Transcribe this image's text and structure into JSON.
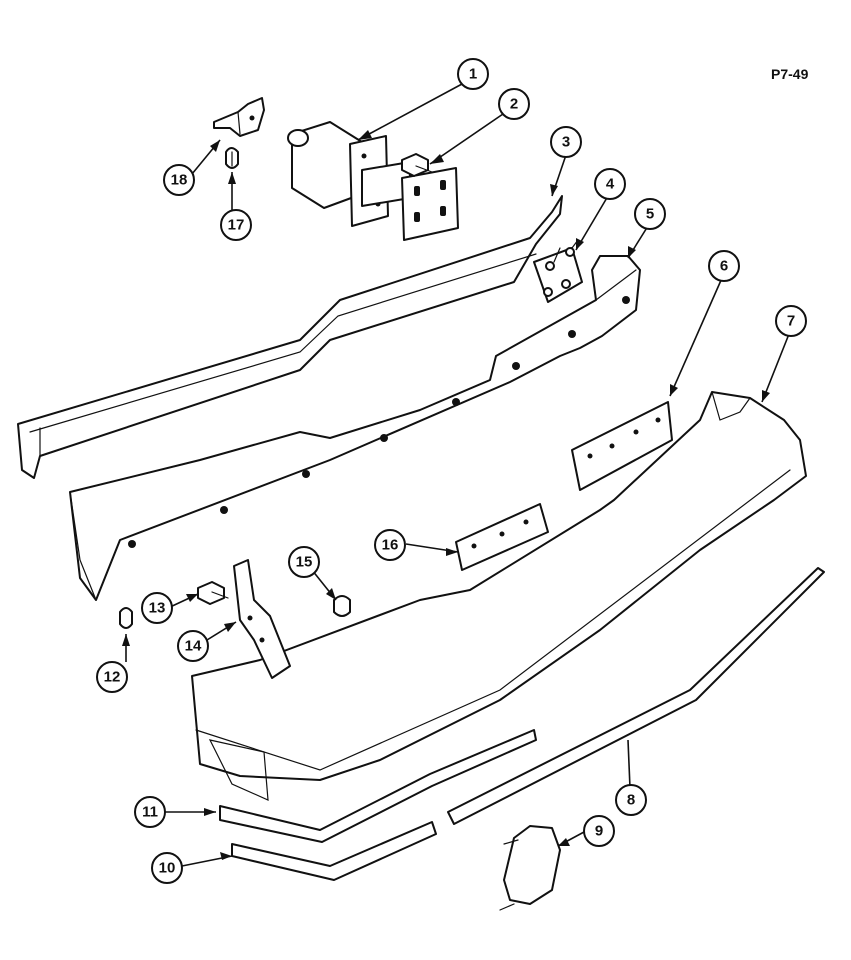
{
  "figure_ref": "P7-49",
  "callouts": [
    {
      "id": "c1",
      "label": "1"
    },
    {
      "id": "c2",
      "label": "2"
    },
    {
      "id": "c3",
      "label": "3"
    },
    {
      "id": "c4",
      "label": "4"
    },
    {
      "id": "c5",
      "label": "5"
    },
    {
      "id": "c6",
      "label": "6"
    },
    {
      "id": "c7",
      "label": "7"
    },
    {
      "id": "c8",
      "label": "8"
    },
    {
      "id": "c9",
      "label": "9"
    },
    {
      "id": "c10",
      "label": "10"
    },
    {
      "id": "c11",
      "label": "11"
    },
    {
      "id": "c12",
      "label": "12"
    },
    {
      "id": "c13",
      "label": "13"
    },
    {
      "id": "c14",
      "label": "14"
    },
    {
      "id": "c15",
      "label": "15"
    },
    {
      "id": "c16",
      "label": "16"
    },
    {
      "id": "c17",
      "label": "17"
    },
    {
      "id": "c18",
      "label": "18"
    }
  ]
}
